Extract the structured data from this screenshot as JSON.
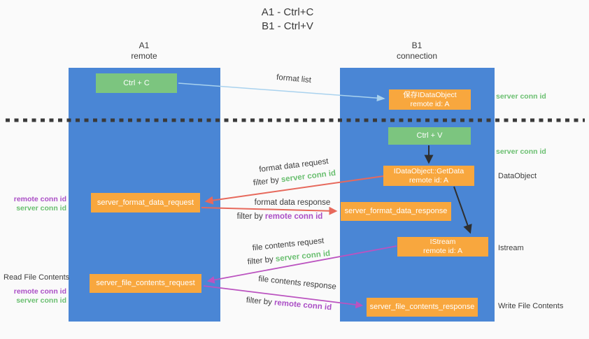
{
  "title": {
    "line1": "A1 - Ctrl+C",
    "line2": "B1 - Ctrl+V"
  },
  "columns": {
    "a1": {
      "name": "A1",
      "subtitle": "remote"
    },
    "b1": {
      "name": "B1",
      "subtitle": "connection"
    }
  },
  "boxes": {
    "ctrl_c": "Ctrl + C",
    "ctrl_v": "Ctrl + V",
    "save_idataobject": {
      "line1": "保存IDataObject",
      "line2": "remote id: A"
    },
    "getdata": {
      "line1": "IDataObject::GetData",
      "line2": "remote id: A"
    },
    "istream": {
      "line1": "IStream",
      "line2": "remote id: A"
    },
    "format_request": "server_format_data_request",
    "format_response": "server_format_data_response",
    "file_request": "server_file_contents_request",
    "file_response": "server_file_contents_response"
  },
  "arrow_labels": {
    "format_list": "format list",
    "format_data_request": "format data request",
    "format_data_response": "format data response",
    "file_contents_request": "file contents request",
    "file_contents_response": "file contents response",
    "filter_by": "filter by ",
    "server_conn_id": "server conn id",
    "remote_conn_id": "remote conn id"
  },
  "side_labels": {
    "left": {
      "remote_conn_id": "remote conn id",
      "server_conn_id": "server conn id",
      "read_file_contents": "Read File Contents"
    },
    "right": {
      "server_conn_id_top": "server conn id",
      "server_conn_id_mid": "server conn id",
      "dataobject": "DataObject",
      "istream": "Istream",
      "write_file_contents": "Write File Contents"
    }
  },
  "colors": {
    "background": "#fafafa",
    "column_blue": "#4a86d5",
    "box_green": "#7cc57f",
    "box_orange": "#f8a73e",
    "arrow_light_blue": "#a9d2ee",
    "arrow_black": "#2f2f2f",
    "arrow_red": "#e7695c",
    "arrow_magenta": "#bb53c0",
    "text_green": "#6abf70",
    "text_purple": "#ab4fc6",
    "dotted_line": "#3a3a3a"
  }
}
